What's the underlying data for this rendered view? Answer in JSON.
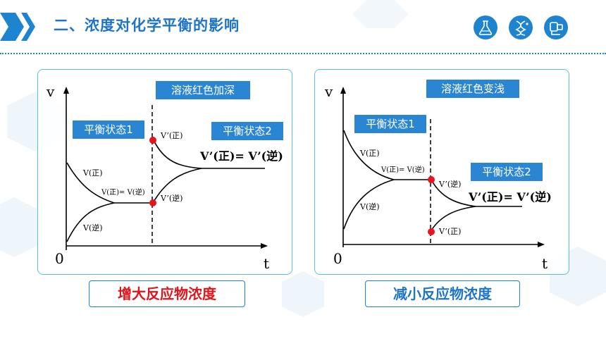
{
  "header": {
    "title": "二、浓度对化学平衡的影响",
    "icons": [
      "flask-icon",
      "dna-icon",
      "microscope-icon"
    ]
  },
  "left_panel": {
    "axis_y": "v",
    "axis_x": "t",
    "origin": "0",
    "event_label": "溶液红色加深",
    "state1_label": "平衡状态1",
    "state2_label": "平衡状态2",
    "curve_forward": "V(正)",
    "curve_reverse": "V(逆)",
    "equal_label": "V(正)= V(逆)",
    "jump_forward": "V’(正)",
    "jump_reverse": "V’(逆)",
    "new_equal_label": "V’(正)= V’(逆)",
    "caption": "增大反应物浓度"
  },
  "right_panel": {
    "axis_y": "v",
    "axis_x": "t",
    "origin": "0",
    "event_label": "溶液红色变浅",
    "state1_label": "平衡状态1",
    "state2_label": "平衡状态2",
    "curve_forward": "V(正)",
    "curve_reverse": "V(逆)",
    "equal_label": "V(正)= V(逆)",
    "jump_forward": "V’(正)",
    "jump_reverse": "V’(逆)",
    "new_equal_label": "V’(正)= V’(逆)",
    "caption": "减小反应物浓度"
  },
  "colors": {
    "accent": "#1e84d0",
    "label_box": "#2a86d2",
    "point": "#e8141a",
    "caption_left": "#e0141a",
    "caption_right": "#1e74c9"
  }
}
